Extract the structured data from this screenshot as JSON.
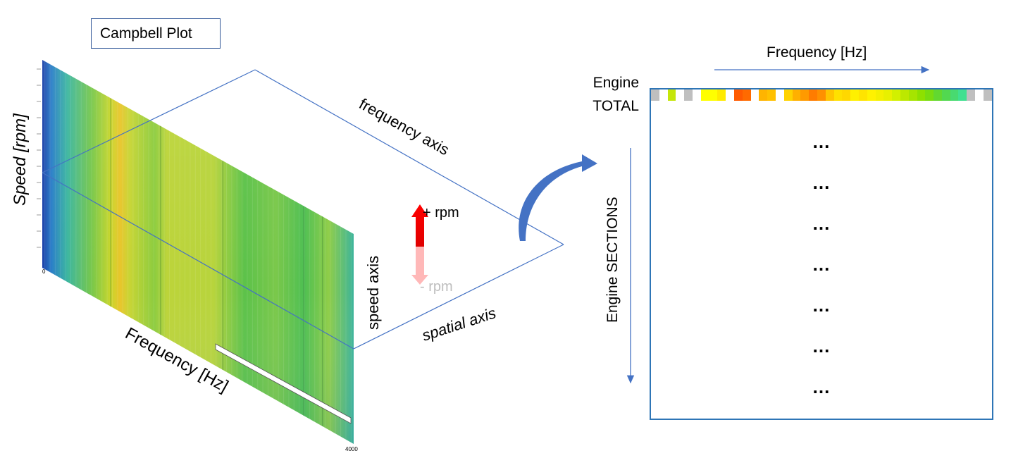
{
  "title": "Campbell Plot",
  "left_plot": {
    "y_axis_label": "Speed [rpm]",
    "x_axis_label": "Frequency [Hz]",
    "x_tick_start": "0",
    "x_tick_end": "4000"
  },
  "plane": {
    "frequency_axis": "frequency axis",
    "speed_axis": "speed axis",
    "spatial_axis": "spatial axis",
    "plus_rpm": "+ rpm",
    "minus_rpm": "- rpm",
    "colors": {
      "edge": "#4472c4",
      "arrow_up": "#ff0000",
      "arrow_down": "#ffb3b3"
    }
  },
  "right_panel": {
    "frequency_label": "Frequency [Hz]",
    "engine_total_line1": "Engine",
    "engine_total_line2": "TOTAL",
    "sections_label": "Engine SECTIONS",
    "row_placeholders": [
      "…",
      "…",
      "…",
      "…",
      "…",
      "…",
      "…"
    ],
    "strip_colors": [
      "#bfbfbf",
      "#ffffff",
      "#c5e60a",
      "#ffffff",
      "#bfbfbf",
      "#ffffff",
      "#ffff00",
      "#ffff00",
      "#ffea00",
      "#ffffff",
      "#ff5a00",
      "#ff6a00",
      "#ffffff",
      "#ffb400",
      "#ffc000",
      "#ffffff",
      "#ffd200",
      "#ffb000",
      "#ff9a00",
      "#ff7c00",
      "#ff9000",
      "#ffc400",
      "#ffe000",
      "#ffd800",
      "#fff000",
      "#ffe400",
      "#fff200",
      "#f4f000",
      "#e8f000",
      "#d2f000",
      "#bce800",
      "#a6e400",
      "#8ee000",
      "#78dc10",
      "#62d830",
      "#52d850",
      "#48da70",
      "#40e090",
      "#bfbfbf",
      "#ffffff",
      "#bfbfbf"
    ],
    "colors": {
      "border": "#2e75b6",
      "axis_arrow": "#4472c4",
      "curved_arrow": "#4472c4"
    }
  }
}
